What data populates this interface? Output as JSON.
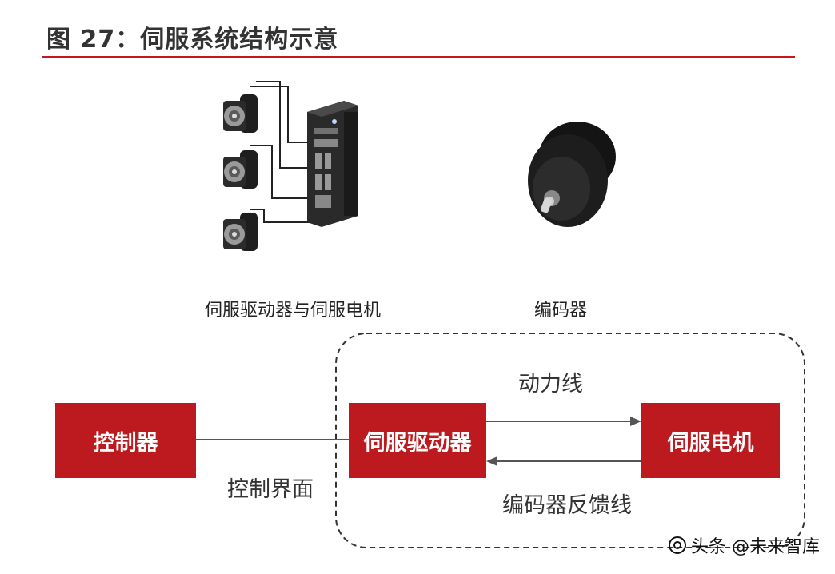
{
  "figure": {
    "title": "图 27：伺服系统结构示意"
  },
  "images": {
    "drive_motor_caption": "伺服驱动器与伺服电机",
    "encoder_caption": "编码器"
  },
  "diagram": {
    "controller": "控制器",
    "servo_drive": "伺服驱动器",
    "servo_motor": "伺服电机",
    "control_interface": "控制界面",
    "power_line": "动力线",
    "encoder_feedback_line": "编码器反馈线"
  },
  "watermark": {
    "text": "头条 @未来智库"
  },
  "colors": {
    "accent_red": "#bd1a1f",
    "rule_red": "#c8161d"
  }
}
